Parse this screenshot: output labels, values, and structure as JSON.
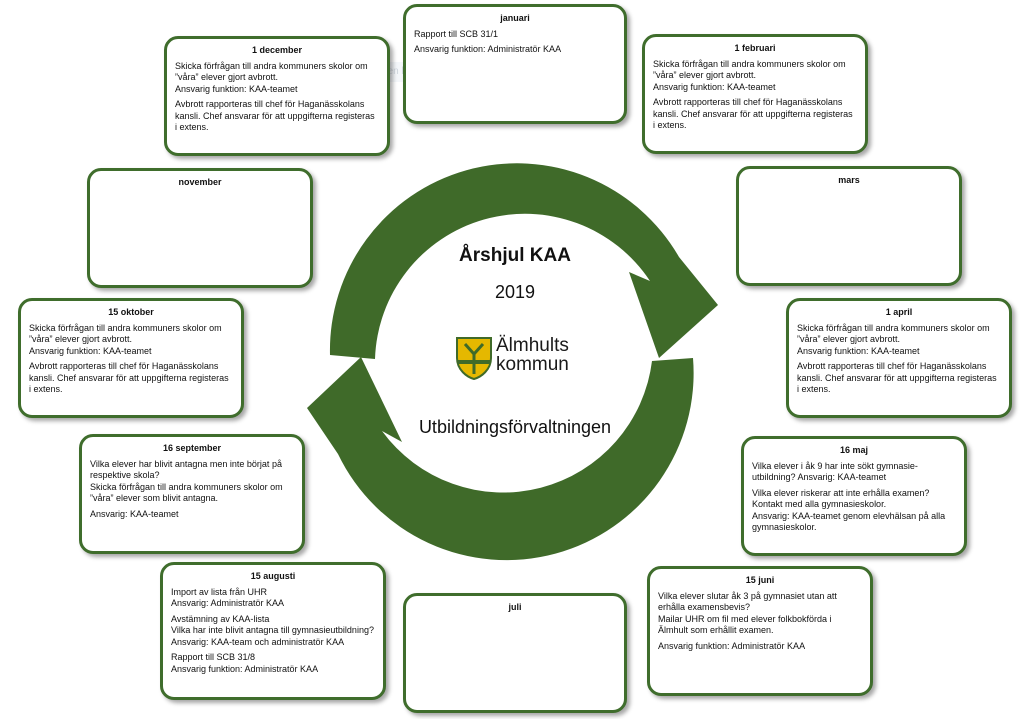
{
  "title": "Årshjul KAA",
  "year": "2019",
  "department": "Utbildningsförvaltningen",
  "logo": {
    "line1": "Älmhults",
    "line2": "kommun"
  },
  "watermark": "Beträngla en klipp",
  "colors": {
    "wheel": "#3f6a29",
    "border": "#3f6d2c",
    "shield": "#e5b800"
  },
  "months": {
    "januari": {
      "title": "januari",
      "paragraphs": [
        "Rapport till SCB 31/1",
        "Ansvarig funktion: Administratör KAA"
      ]
    },
    "februari": {
      "title": "1 februari",
      "paragraphs": [
        "Skicka förfrågan till andra kommuners skolor om ”våra” elever gjort avbrott.\nAnsvarig funktion: KAA-teamet",
        "Avbrott rapporteras till chef för Haganässkolans kansli. Chef ansvarar för att uppgifterna registeras i extens."
      ]
    },
    "mars": {
      "title": "mars",
      "paragraphs": []
    },
    "april": {
      "title": "1 april",
      "paragraphs": [
        "Skicka förfrågan till andra kommuners skolor om ”våra” elever gjort avbrott.\nAnsvarig funktion: KAA-teamet",
        "Avbrott rapporteras till chef för Haganässkolans kansli. Chef ansvarar för att uppgifterna registeras i extens."
      ]
    },
    "maj": {
      "title": "16 maj",
      "paragraphs": [
        "Vilka elever i åk 9 har inte sökt gymnasie-utbildning? Ansvarig: KAA-teamet",
        "Vilka elever riskerar att inte erhålla examen?\nKontakt med alla gymnasieskolor.\nAnsvarig: KAA-teamet genom elevhälsan på alla gymnasieskolor."
      ]
    },
    "juni": {
      "title": "15 juni",
      "paragraphs": [
        "Vilka elever slutar åk 3 på gymnasiet utan att erhålla examensbevis?\nMailar UHR om fil med elever folkbokförda i Älmhult som erhållit examen.",
        "Ansvarig funktion: Administratör KAA"
      ]
    },
    "juli": {
      "title": "juli",
      "paragraphs": []
    },
    "augusti": {
      "title": "15 augusti",
      "paragraphs": [
        "Import av lista från UHR\nAnsvarig: Administratör KAA",
        "Avstämning av KAA-lista\nVilka har inte blivit antagna till gymnasieutbildning?\nAnsvarig: KAA-team och administratör KAA",
        "Rapport till SCB 31/8\nAnsvarig funktion: Administratör KAA"
      ]
    },
    "september": {
      "title": "16 september",
      "paragraphs": [
        "Vilka elever har blivit antagna men inte börjat på respektive skola?\nSkicka förfrågan till andra kommuners skolor om ”våra” elever som blivit antagna.",
        "Ansvarig: KAA-teamet"
      ]
    },
    "oktober": {
      "title": "15 oktober",
      "paragraphs": [
        "Skicka förfrågan till andra kommuners skolor om ”våra” elever gjort avbrott.\nAnsvarig funktion: KAA-teamet",
        "Avbrott rapporteras till chef för Haganässkolans kansli. Chef ansvarar för att uppgifterna registeras i extens."
      ]
    },
    "november": {
      "title": "november",
      "paragraphs": []
    },
    "december": {
      "title": "1 december",
      "paragraphs": [
        "Skicka förfrågan till andra kommuners skolor om ”våra” elever gjort avbrott.\nAnsvarig funktion: KAA-teamet",
        "Avbrott rapporteras till chef för Haganässkolans kansli. Chef ansvarar för att uppgifterna registeras i extens."
      ]
    }
  }
}
